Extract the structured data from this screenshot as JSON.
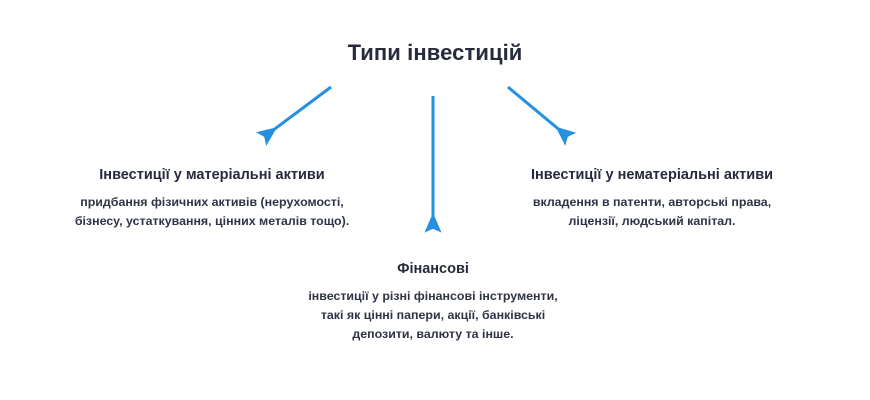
{
  "diagram": {
    "title": "Типи інвестицій",
    "background_color": "#ffffff",
    "text_color": "#262b3c",
    "arrow_color": "#2490e0",
    "nodes": [
      {
        "id": "tangible",
        "heading": "Інвестиції у матеріальні активи",
        "description_lines": [
          "придбання фізичних активів (нерухомості,",
          "бізнесу, устаткування, цінних металів тощо)."
        ]
      },
      {
        "id": "financial",
        "heading": "Фінансові",
        "description_lines": [
          "інвестиції у різні фінансові інструменти,",
          "такі як цінні папери, акції, банківські",
          "депозити, валюту та інше."
        ]
      },
      {
        "id": "intangible",
        "heading": "Інвестиції у нематеріальні активи",
        "description_lines": [
          "вкладення в патенти, авторські права,",
          "ліцензії, людський капітал."
        ]
      }
    ],
    "arrows": [
      {
        "id": "arrow-to-tangible",
        "direction": "down-left"
      },
      {
        "id": "arrow-to-financial",
        "direction": "down"
      },
      {
        "id": "arrow-to-intangible",
        "direction": "down-right"
      }
    ]
  }
}
